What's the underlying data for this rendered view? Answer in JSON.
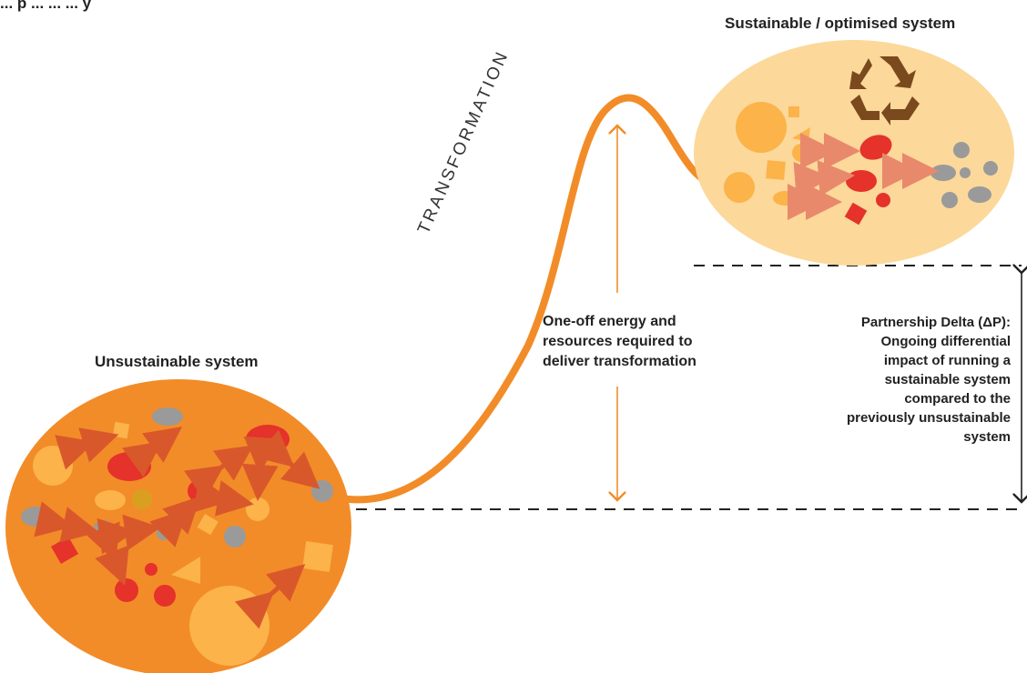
{
  "header": {
    "cut_title": "... p ... ... ... y"
  },
  "unsustainable": {
    "title": "Unsustainable system"
  },
  "sustainable": {
    "title": "Sustainable / optimised system"
  },
  "transformation": {
    "label": "TRANSFORMATION"
  },
  "one_off": {
    "lines": [
      "One-off energy and",
      "resources required to",
      "deliver transformation"
    ]
  },
  "delta": {
    "lines": [
      "Partnership Delta (ΔP):",
      "Ongoing differential",
      "impact of running a",
      "sustainable system",
      "compared to the",
      "previously unsustainable",
      "system"
    ]
  },
  "colors": {
    "orange_dark": "#f28c28",
    "orange_light": "#fbb34a",
    "peach": "#fcd89a",
    "red": "#e5322a",
    "grey": "#9a9a9a",
    "arrow_dark": "#d9582b",
    "arrow_light": "#e9896b",
    "recycle": "#7a4a1e",
    "curve": "#f28c28",
    "dash": "#222222"
  },
  "icons": [
    "recycle-icon"
  ]
}
